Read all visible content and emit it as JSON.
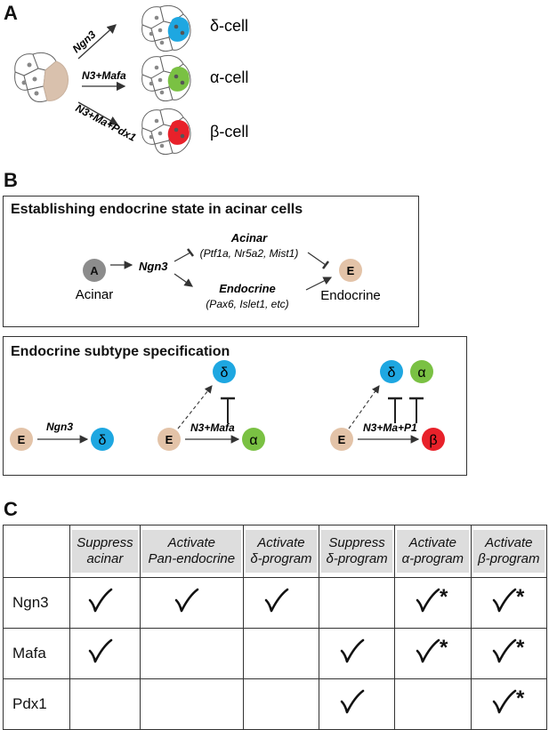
{
  "panel_a": {
    "letter": "A",
    "arrows": [
      {
        "label": "Ngn3",
        "result": "δ-cell",
        "color": "#1ea7e1"
      },
      {
        "label": "N3+Mafa",
        "result": "α-cell",
        "color": "#7ac143"
      },
      {
        "label": "N3+Ma+Pdx1",
        "result": "β-cell",
        "color": "#e8212a"
      }
    ],
    "acinar_color": "#d9c1ad"
  },
  "panel_b": {
    "letter": "B",
    "box1": {
      "title": "Establishing endocrine state in acinar cells",
      "start_node": "A",
      "start_label": "Acinar",
      "ngn3": "Ngn3",
      "acinar_label": "Acinar",
      "acinar_genes": "(Ptf1a, Nr5a2, Mist1)",
      "endocrine_label": "Endocrine",
      "endocrine_genes": "(Pax6, Islet1, etc)",
      "end_node": "E",
      "end_label": "Endocrine"
    },
    "box2": {
      "title": "Endocrine subtype specification",
      "node_e": "E",
      "delta": "δ",
      "alpha": "α",
      "beta": "β",
      "ngn3": "Ngn3",
      "n3mafa": "N3+Mafa",
      "n3map1": "N3+Ma+P1"
    },
    "colors": {
      "delta": "#1ea7e1",
      "alpha": "#7ac143",
      "beta": "#e8212a",
      "endocrine": "#e3c3a8",
      "acinar": "#8c8c8c"
    }
  },
  "panel_c": {
    "letter": "C",
    "headers": [
      [
        "Suppress",
        "acinar"
      ],
      [
        "Activate",
        "Pan-endocrine"
      ],
      [
        "Activate",
        "δ-program"
      ],
      [
        "Suppress",
        "δ-program"
      ],
      [
        "Activate",
        "α-program"
      ],
      [
        "Activate",
        "β-program"
      ]
    ],
    "rows": [
      {
        "label": "Ngn3",
        "cells": [
          "check",
          "check",
          "check",
          "",
          "check*",
          "check*"
        ]
      },
      {
        "label": "Mafa",
        "cells": [
          "check",
          "",
          "",
          "check",
          "check*",
          "check*"
        ]
      },
      {
        "label": "Pdx1",
        "cells": [
          "",
          "",
          "",
          "check",
          "",
          "check*"
        ]
      }
    ]
  }
}
